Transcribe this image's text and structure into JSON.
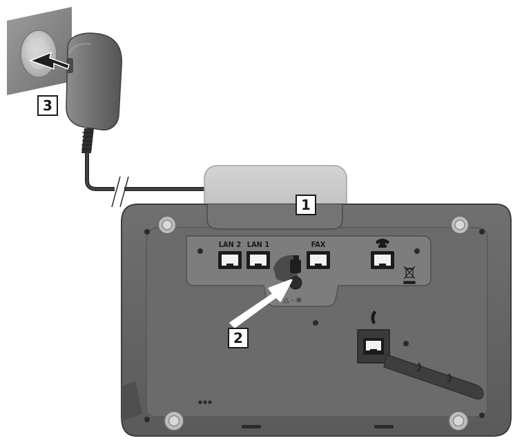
{
  "callouts": {
    "step1": "1",
    "step2": "2",
    "step3": "3"
  },
  "ports": {
    "lan2": "LAN 2",
    "lan1": "LAN 1",
    "fax": "FAX",
    "power_symbols": "△ - ⊕",
    "phone_icon": "phone-icon",
    "handset_icon": "handset-cord-icon",
    "weee_icon": "weee-bin-icon"
  },
  "colors": {
    "device_body": "#666666",
    "device_panel": "#777777",
    "wall": "#8a8a8a",
    "arrow": "#ffffff",
    "callout_border": "#1a1a1a"
  }
}
